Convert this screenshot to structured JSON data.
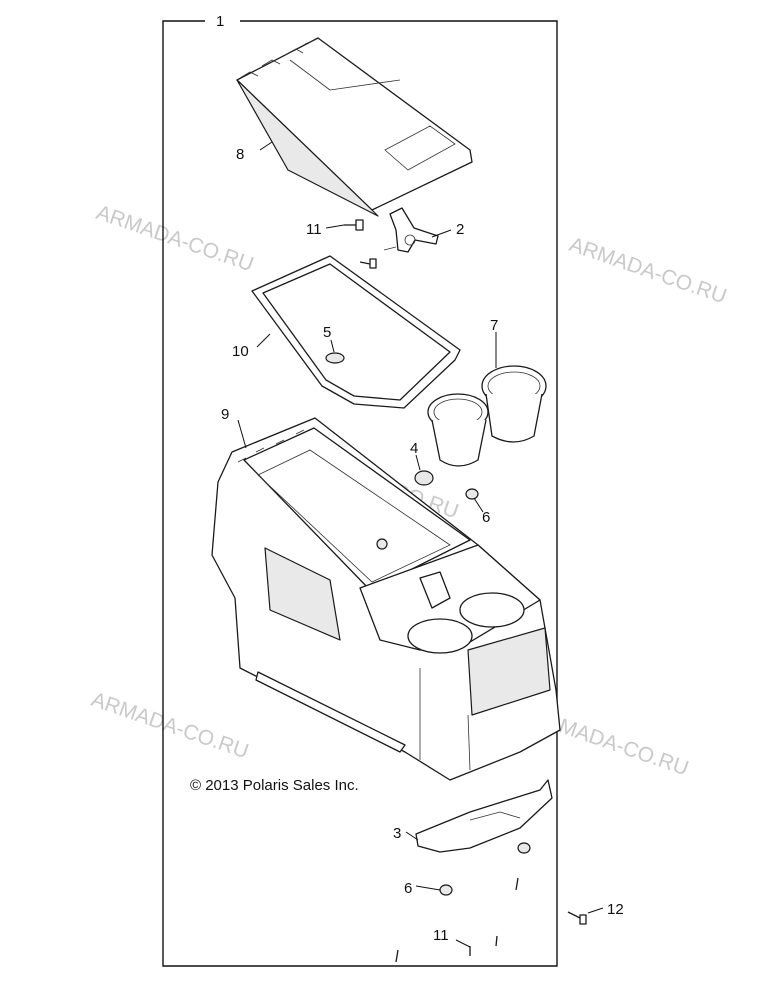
{
  "callouts": {
    "c1": "1",
    "c2": "2",
    "c3": "3",
    "c4": "4",
    "c5": "5",
    "c6a": "6",
    "c6b": "6",
    "c7": "7",
    "c8": "8",
    "c9": "9",
    "c10": "10",
    "c11a": "11",
    "c11b": "11",
    "c12": "12"
  },
  "copyright": "© 2013 Polaris Sales Inc.",
  "watermark": "ARMADA-CO.RU"
}
